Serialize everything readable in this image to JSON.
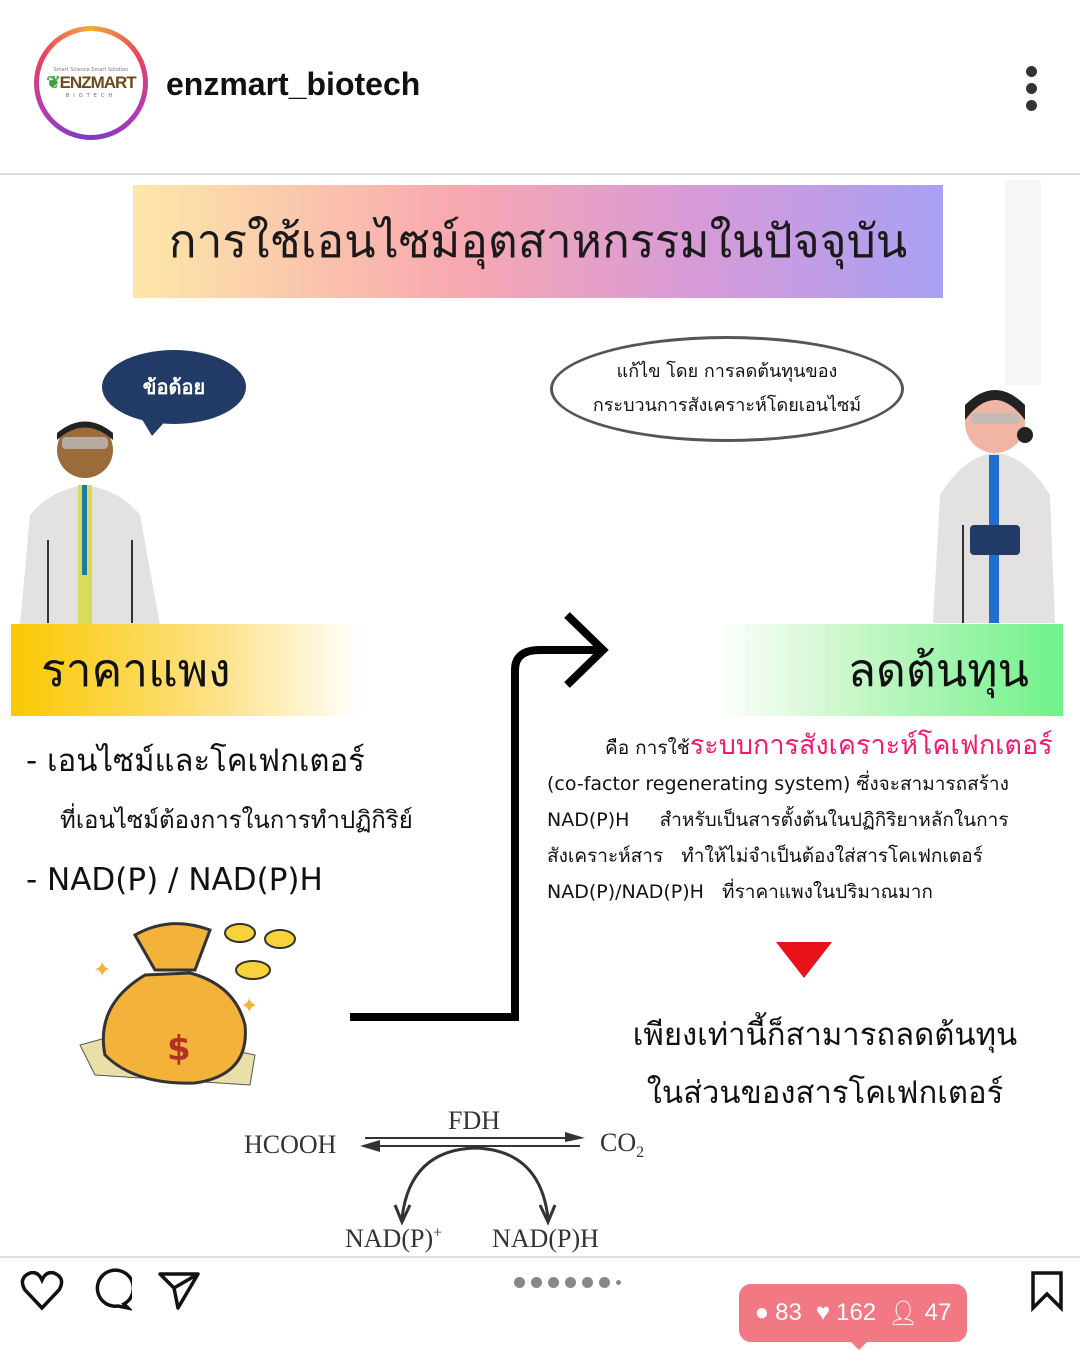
{
  "header": {
    "username": "enzmart_biotech",
    "logo_text": "ENZMART",
    "logo_sub": "BIOTECH",
    "logo_tagline": "Smart Science Smart Solution"
  },
  "post": {
    "title": "การใช้เอนไซม์อุตสาหกรรมในปัจจุบัน",
    "left_bubble": "ข้อด้อย",
    "right_bubble": [
      "แก้ไข โดย การลดต้นทุนของ",
      "กระบวนการสังเคราะห์โดยเอนไซม์"
    ],
    "left_band": "ราคาแพง",
    "right_band": "ลดต้นทุน",
    "left_bullets": [
      {
        "text": "- เอนไซม์และโคเฟกเตอร์",
        "sub": "ที่เอนไซม์ต้องการในการทำปฏิกิริย์"
      },
      {
        "text": "- NAD(P) / NAD(P)H"
      }
    ],
    "right_text": {
      "prefix": "คือ การใช้",
      "highlight": "ระบบการสังเคราะห์โคเฟกเตอร์",
      "lines": [
        "(co-factor regenerating system) ซึ่งจะสามารถสร้าง",
        "NAD(P)H     สำหรับเป็นสารตั้งต้นในปฏิกิริยาหลักในการ",
        "สังเคราะห์สาร   ทำให้ไม่จำเป็นต้องใส่สารโคเฟกเตอร์",
        "NAD(P)/NAD(P)H   ที่ราคาแพงในปริมาณมาก"
      ]
    },
    "conclusion": [
      "เพียงเท่านี้ก็สามารถลดต้นทุน",
      "ในส่วนของสารโคเฟกเตอร์"
    ],
    "reaction": {
      "substrate": "HCOOH",
      "enzyme": "FDH",
      "product": "CO",
      "product_sub": "2",
      "cofactor_in": "NAD(P)",
      "cofactor_in_sup": "+",
      "cofactor_out": "NAD(P)H"
    },
    "money_symbol": "$"
  },
  "footer": {
    "carousel_count": 7,
    "comments": "83",
    "likes": "162",
    "followers": "47"
  },
  "colors": {
    "highlight": "#f01a6e",
    "stats_bg": "#f27883",
    "bubble": "#223a66"
  }
}
